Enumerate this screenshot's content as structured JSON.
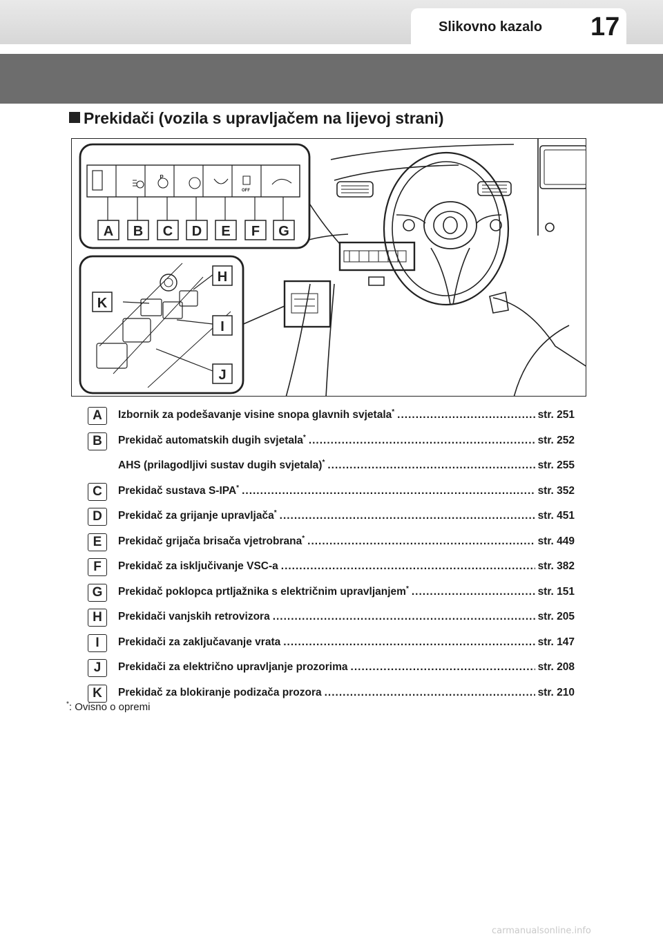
{
  "header": {
    "title": "Slikovno kazalo",
    "page_number": "17"
  },
  "section": {
    "heading": "Prekidači (vozila s upravljačem na lijevoj strani)"
  },
  "figure": {
    "callouts_top": [
      "A",
      "B",
      "C",
      "D",
      "E",
      "F",
      "G"
    ],
    "callouts_side": [
      "H",
      "K",
      "I",
      "J"
    ],
    "off_label": "OFF",
    "p_label": "P"
  },
  "items": [
    {
      "badge": "A",
      "label": "Izbornik za podešavanje visine snopa glavnih svjetala",
      "asterisk": "*",
      "page": "str. 251"
    },
    {
      "badge": "B",
      "label": "Prekidač automatskih dugih svjetala",
      "asterisk": "*",
      "page": "str. 252"
    },
    {
      "badge": "",
      "label": "AHS (prilagodljivi sustav dugih svjetala)",
      "asterisk": "*",
      "page": "str. 255"
    },
    {
      "badge": "C",
      "label": "Prekidač sustava S-IPA",
      "asterisk": "*",
      "page": "str. 352"
    },
    {
      "badge": "D",
      "label": "Prekidač za grijanje upravljača",
      "asterisk": "*",
      "page": "str. 451"
    },
    {
      "badge": "E",
      "label": "Prekidač grijača brisača vjetrobrana",
      "asterisk": "*",
      "page": "str. 449"
    },
    {
      "badge": "F",
      "label": "Prekidač za isključivanje VSC-a",
      "asterisk": "",
      "page": "str. 382"
    },
    {
      "badge": "G",
      "label": "Prekidač poklopca prtljažnika s električnim upravljanjem",
      "asterisk": "*",
      "page": "str. 151"
    },
    {
      "badge": "H",
      "label": "Prekidači vanjskih retrovizora",
      "asterisk": "",
      "page": "str. 205"
    },
    {
      "badge": "I",
      "label": "Prekidači za zaključavanje vrata",
      "asterisk": "",
      "page": "str. 147"
    },
    {
      "badge": "J",
      "label": "Prekidači za električno upravljanje prozorima",
      "asterisk": "",
      "page": "str. 208"
    },
    {
      "badge": "K",
      "label": "Prekidač za blokiranje podizača prozora",
      "asterisk": "",
      "page": "str. 210"
    }
  ],
  "footnote": {
    "mark": "*",
    "text": ":  Ovisno o opremi"
  },
  "watermark": "carmanualsonline.info"
}
